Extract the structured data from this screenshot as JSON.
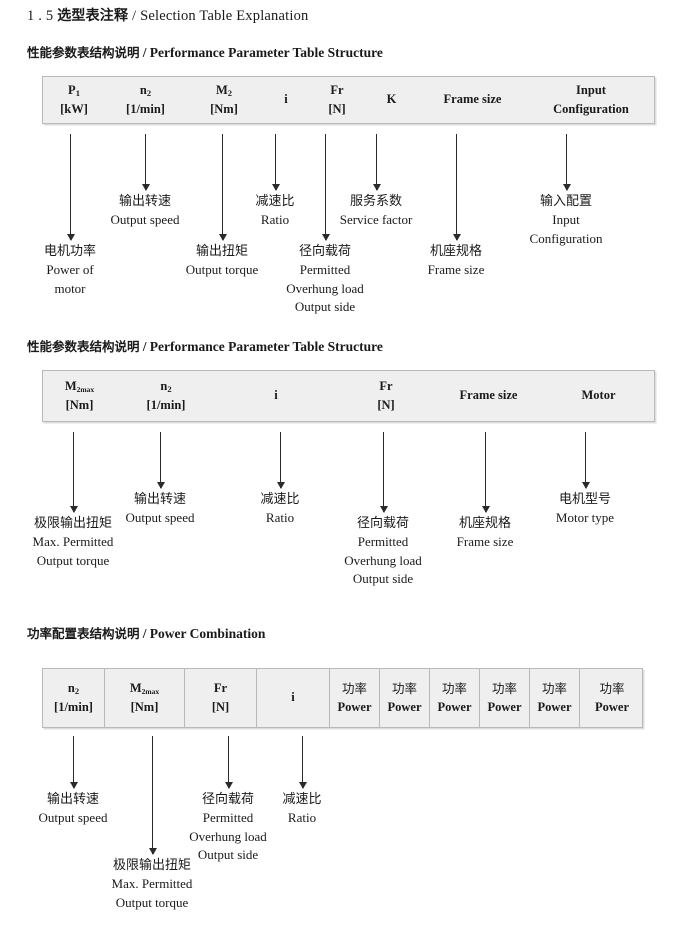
{
  "document": {
    "section_number": "1 . 5",
    "title_cn": "选型表注释",
    "separator": "/",
    "title_en": "Selection Table Explanation"
  },
  "sections": [
    {
      "id": "performance-parameter-1",
      "heading_cn": "性能参数表结构说明",
      "heading_sep": "/",
      "heading_en": "Performance Parameter Table Structure",
      "table": {
        "columns": [
          {
            "name": "p1",
            "line1": "P",
            "sub1": "1",
            "line2": "[kW]"
          },
          {
            "name": "n2",
            "line1": "n",
            "sub1": "2",
            "line2": "[1/min]"
          },
          {
            "name": "m2",
            "line1": "M",
            "sub1": "2",
            "line2": "[Nm]"
          },
          {
            "name": "i",
            "line1": "i",
            "sub1": "",
            "line2": ""
          },
          {
            "name": "fr",
            "line1": "Fr",
            "sub1": "",
            "line2": "[N]"
          },
          {
            "name": "k",
            "line1": "K",
            "sub1": "",
            "line2": ""
          },
          {
            "name": "frame",
            "line1": "Frame size",
            "sub1": "",
            "line2": ""
          },
          {
            "name": "input",
            "line1": "Input",
            "sub1": "",
            "line2": "Configuration"
          }
        ],
        "annotations": [
          {
            "name": "power-of-motor",
            "cn": "电机功率",
            "en": [
              "Power of",
              "motor"
            ]
          },
          {
            "name": "output-speed",
            "cn": "输出转速",
            "en": [
              "Output speed"
            ]
          },
          {
            "name": "output-torque",
            "cn": "输出扭矩",
            "en": [
              "Output torque"
            ]
          },
          {
            "name": "ratio",
            "cn": "减速比",
            "en": [
              "Ratio"
            ]
          },
          {
            "name": "permitted-overhung-load",
            "cn": "径向载荷",
            "en": [
              "Permitted",
              "Overhung load",
              "Output side"
            ]
          },
          {
            "name": "service-factor",
            "cn": "服务系数",
            "en": [
              "Service factor"
            ]
          },
          {
            "name": "frame-size",
            "cn": "机座规格",
            "en": [
              "Frame size"
            ]
          },
          {
            "name": "input-configuration",
            "cn": "输入配置",
            "en": [
              "Input",
              "Configuration"
            ]
          }
        ]
      }
    },
    {
      "id": "performance-parameter-2",
      "heading_cn": "性能参数表结构说明",
      "heading_sep": "/",
      "heading_en": "Performance Parameter Table Structure",
      "table": {
        "columns": [
          {
            "name": "m2max",
            "line1": "M",
            "sub1": "2max",
            "line2": "[Nm]"
          },
          {
            "name": "n2",
            "line1": "n",
            "sub1": "2",
            "line2": "[1/min]"
          },
          {
            "name": "i",
            "line1": "i",
            "sub1": "",
            "line2": ""
          },
          {
            "name": "fr",
            "line1": "Fr",
            "sub1": "",
            "line2": "[N]"
          },
          {
            "name": "frame",
            "line1": "Frame size",
            "sub1": "",
            "line2": ""
          },
          {
            "name": "motor",
            "line1": "Motor",
            "sub1": "",
            "line2": ""
          }
        ],
        "annotations": [
          {
            "name": "max-permitted-output-torque",
            "cn": "极限输出扭矩",
            "en": [
              "Max. Permitted",
              "Output  torque"
            ]
          },
          {
            "name": "output-speed",
            "cn": "输出转速",
            "en": [
              "Output speed"
            ]
          },
          {
            "name": "ratio",
            "cn": "减速比",
            "en": [
              "Ratio"
            ]
          },
          {
            "name": "permitted-overhung-load",
            "cn": "径向载荷",
            "en": [
              "Permitted",
              "Overhung load",
              "Output side"
            ]
          },
          {
            "name": "frame-size",
            "cn": "机座规格",
            "en": [
              "Frame size"
            ]
          },
          {
            "name": "motor-type",
            "cn": "电机型号",
            "en": [
              "Motor type"
            ]
          }
        ]
      }
    },
    {
      "id": "power-combination",
      "heading_cn": "功率配置表结构说明",
      "heading_sep": "/",
      "heading_en": "Power Combination",
      "table": {
        "columns": [
          {
            "name": "n2",
            "line1": "n",
            "sub1": "2",
            "line2": "[1/min]"
          },
          {
            "name": "m2max",
            "line1": "M",
            "sub1": "2max",
            "line2": "[Nm]"
          },
          {
            "name": "fr",
            "line1": "Fr",
            "sub1": "",
            "line2": "[N]"
          },
          {
            "name": "i",
            "line1": "i",
            "sub1": "",
            "line2": ""
          },
          {
            "name": "power-1",
            "line1_cn": "功率",
            "line2": "Power"
          },
          {
            "name": "power-2",
            "line1_cn": "功率",
            "line2": "Power"
          },
          {
            "name": "power-3",
            "line1_cn": "功率",
            "line2": "Power"
          },
          {
            "name": "power-4",
            "line1_cn": "功率",
            "line2": "Power"
          },
          {
            "name": "power-5",
            "line1_cn": "功率",
            "line2": "Power"
          },
          {
            "name": "power-6",
            "line1_cn": "功率",
            "line2": "Power"
          }
        ],
        "annotations": [
          {
            "name": "output-speed",
            "cn": "输出转速",
            "en": [
              "Output speed"
            ]
          },
          {
            "name": "max-permitted-output-torque",
            "cn": "极限输出扭矩",
            "en": [
              "Max. Permitted",
              "Output  torque"
            ]
          },
          {
            "name": "permitted-overhung-load",
            "cn": "径向载荷",
            "en": [
              "Permitted",
              "Overhung load",
              "Output side"
            ]
          },
          {
            "name": "ratio",
            "cn": "减速比",
            "en": [
              "Ratio"
            ]
          }
        ]
      }
    }
  ]
}
